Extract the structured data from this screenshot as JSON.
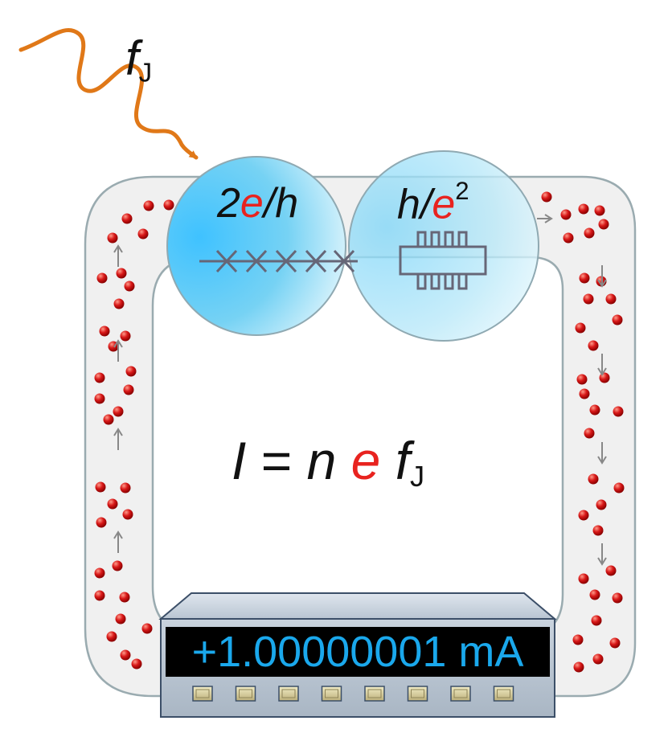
{
  "drive": {
    "symbol": "f",
    "subscript": "J"
  },
  "junction": {
    "prefix": "2",
    "charge": "e",
    "sep": "/",
    "h": "h"
  },
  "hall": {
    "h": "h",
    "sep": "/",
    "charge": "e",
    "exponent": "2"
  },
  "equation": {
    "lhs": "I",
    "eq": "=",
    "n": "n",
    "charge": "e",
    "f": "f",
    "subscript": "J"
  },
  "meter": {
    "reading": "+1.00000001 mA",
    "button_count": 8
  },
  "colors": {
    "wave": "#e07818",
    "electron": "#d01010",
    "accent_red": "#e8231f",
    "display_text": "#1aa8ec",
    "meter_body": "#c4cfdb",
    "meter_button": "#d8d0a0"
  }
}
